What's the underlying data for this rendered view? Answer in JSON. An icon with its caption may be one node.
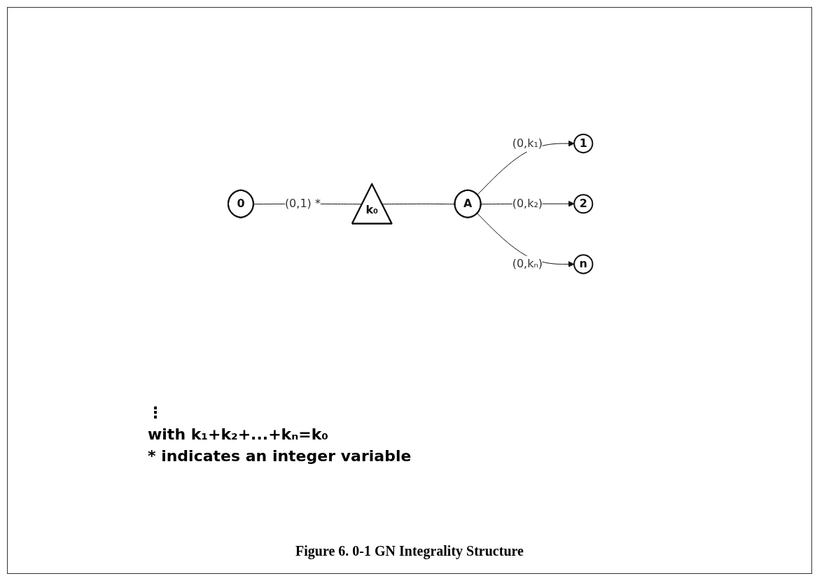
{
  "diagram": {
    "caption": "Figure 6. 0-1 GN Integrality Structure",
    "nodes": [
      {
        "text": [
          "0"
        ]
      },
      {
        "text": [
          "k₀"
        ]
      },
      {
        "text": [
          "A"
        ]
      },
      {
        "text": [
          "1"
        ]
      },
      {
        "text": [
          "2"
        ]
      },
      {
        "text": [
          "n"
        ]
      }
    ],
    "edges": [
      {
        "from": 0,
        "to": 1,
        "arrow": "none",
        "label": "(0,1) *"
      },
      {
        "from": 1,
        "to": 2,
        "arrow": "none"
      },
      {
        "from": 2,
        "to": 3,
        "arrow": "to",
        "label": "(0,k₁)"
      },
      {
        "from": 2,
        "to": 4,
        "arrow": "to",
        "label": "(0,k₂)"
      },
      {
        "from": 2,
        "to": 5,
        "arrow": "to",
        "label": "(0,kₙ)"
      }
    ],
    "labels": [
      "⋮",
      "with k₁+k₂+...+kₙ=k₀",
      "* indicates an integer variable"
    ]
  }
}
